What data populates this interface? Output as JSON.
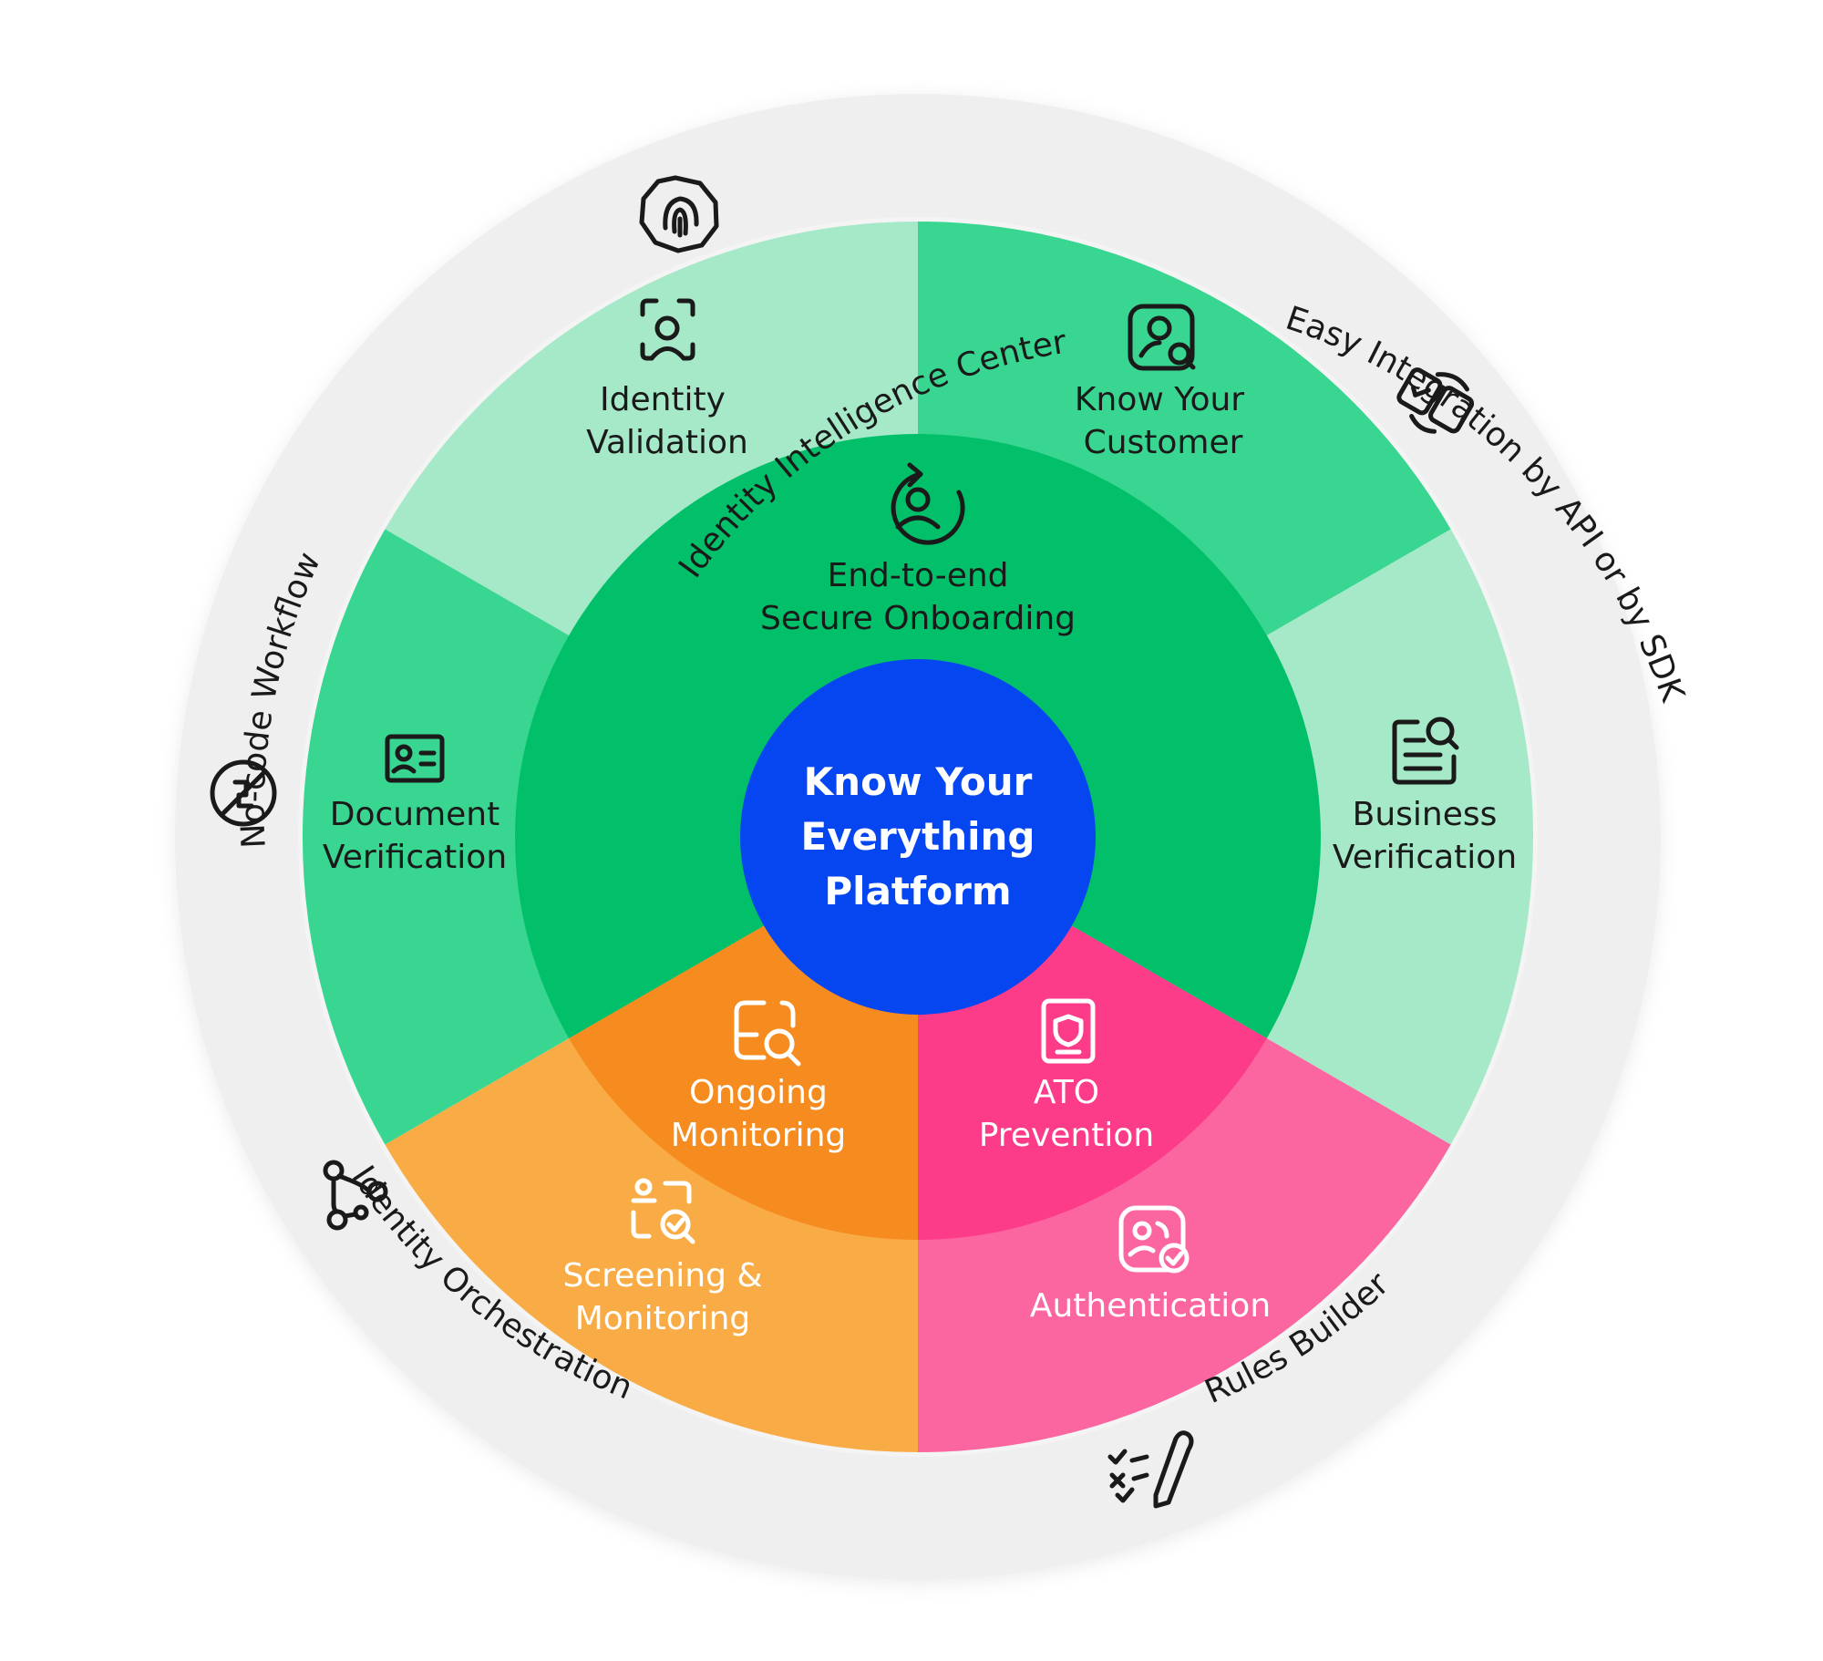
{
  "colors": {
    "outer_ring": "#efefef",
    "green_light": "#a5e9c8",
    "green_mid": "#38d690",
    "green_dark": "#02c06a",
    "orange_light": "#f9ac46",
    "orange_dark": "#f68c1f",
    "pink_light": "#fb66a0",
    "pink_dark": "#fc3b89",
    "blue_center": "#0646f0",
    "dark_text": "#1a1a1a",
    "white_text": "#ffffff"
  },
  "center": {
    "line1": "Know Your",
    "line2": "Everything",
    "line3": "Platform"
  },
  "inner": {
    "onboarding": {
      "line1": "End-to-end",
      "line2": "Secure Onboarding",
      "icon": "user-refresh-icon"
    },
    "ongoing": {
      "line1": "Ongoing",
      "line2": "Monitoring",
      "icon": "shield-search-icon"
    },
    "ato": {
      "line1": "ATO",
      "line2": "Prevention",
      "icon": "document-shield-icon"
    }
  },
  "segments": {
    "identity_validation": {
      "line1": "Identity",
      "line2": "Validation",
      "icon": "face-scan-icon"
    },
    "kyc": {
      "line1": "Know Your",
      "line2": "Customer",
      "icon": "profile-search-icon"
    },
    "business_verification": {
      "line1": "Business",
      "line2": "Verification",
      "icon": "document-search-icon"
    },
    "document_verification": {
      "line1": "Document",
      "line2": "Verification",
      "icon": "id-card-icon"
    },
    "screening": {
      "line1": "Screening &",
      "line2": "Monitoring",
      "icon": "user-search-check-icon"
    },
    "authentication": {
      "line1": "Authentication",
      "icon": "user-check-icon"
    }
  },
  "ring": {
    "identity_intelligence": {
      "label": "Identity Intelligence Center",
      "icon": "fingerprint-icon"
    },
    "easy_integration": {
      "label": "Easy Integration by API or by SDK",
      "icon": "integration-icon"
    },
    "rules_builder": {
      "label": "Rules Builder",
      "icon": "checklist-pen-icon"
    },
    "identity_orchestration": {
      "label": "Identity Orchestration",
      "icon": "workflow-nodes-icon"
    },
    "no_code": {
      "label": "No-code Workflow",
      "icon": "no-code-icon"
    }
  }
}
